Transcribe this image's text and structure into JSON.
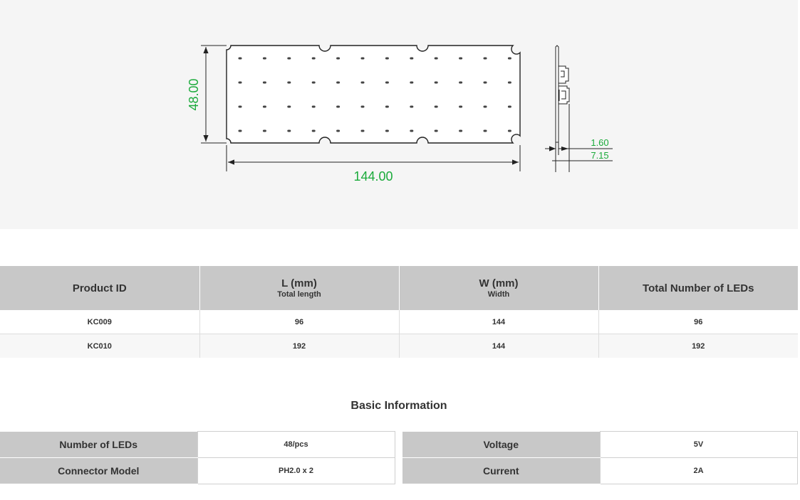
{
  "drawing": {
    "dim_height": "48.00",
    "dim_length": "144.00",
    "dim_thickness": "1.60",
    "dim_depth": "7.15",
    "dim_color": "#1aaa3a"
  },
  "product_table": {
    "headers": [
      {
        "label": "Product ID",
        "sub": ""
      },
      {
        "label": "L (mm)",
        "sub": "Total length"
      },
      {
        "label": "W (mm)",
        "sub": "Width"
      },
      {
        "label": "Total Number of LEDs",
        "sub": ""
      }
    ],
    "rows": [
      [
        "KC009",
        "96",
        "144",
        "96"
      ],
      [
        "KC010",
        "192",
        "144",
        "192"
      ]
    ]
  },
  "basic_info": {
    "title": "Basic Information",
    "left": [
      {
        "key": "Number of LEDs",
        "value": "48/pcs"
      },
      {
        "key": "Connector Model",
        "value": "PH2.0 x 2"
      }
    ],
    "right": [
      {
        "key": "Voltage",
        "value": "5V"
      },
      {
        "key": "Current",
        "value": "2A"
      }
    ]
  }
}
